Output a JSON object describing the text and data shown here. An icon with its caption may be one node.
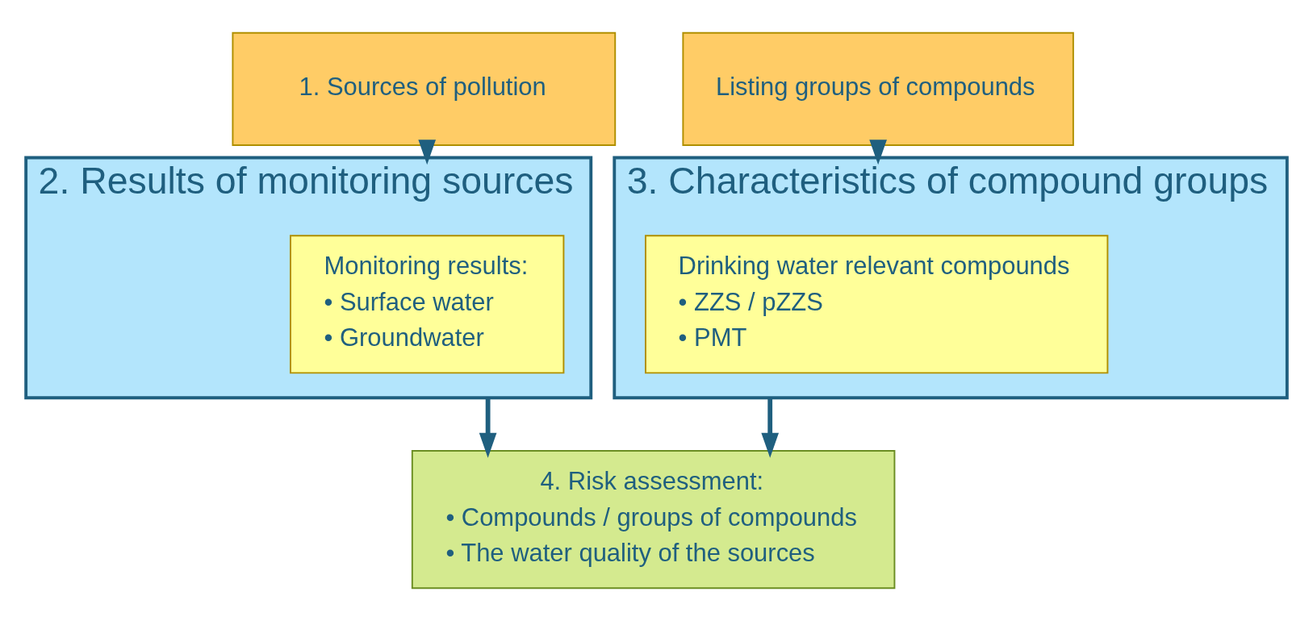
{
  "diagram": {
    "nodes": [
      {
        "text": [
          "1. Sources of pollution"
        ]
      },
      {
        "text": [
          "Listing groups of compounds"
        ]
      },
      {
        "text": [
          "2. Results of monitoring sources"
        ]
      },
      {
        "text": [
          "Monitoring results:",
          "• Surface water",
          "• Groundwater"
        ],
        "in": 2
      },
      {
        "text": [
          "3. Characteristics of compound groups"
        ]
      },
      {
        "text": [
          "Drinking water relevant compounds",
          "• ZZS / pZZS",
          "• PMT"
        ],
        "in": 4
      },
      {
        "text": [
          "4. Risk assessment:",
          "• Compounds / groups of compounds",
          "• The water quality of the sources"
        ]
      }
    ],
    "edges": [
      {
        "from": 0,
        "to": 2,
        "arrow": "to"
      },
      {
        "from": 1,
        "to": 4,
        "arrow": "to"
      },
      {
        "from": 2,
        "to": 6,
        "arrow": "to"
      },
      {
        "from": 4,
        "to": 6,
        "arrow": "to"
      }
    ]
  }
}
